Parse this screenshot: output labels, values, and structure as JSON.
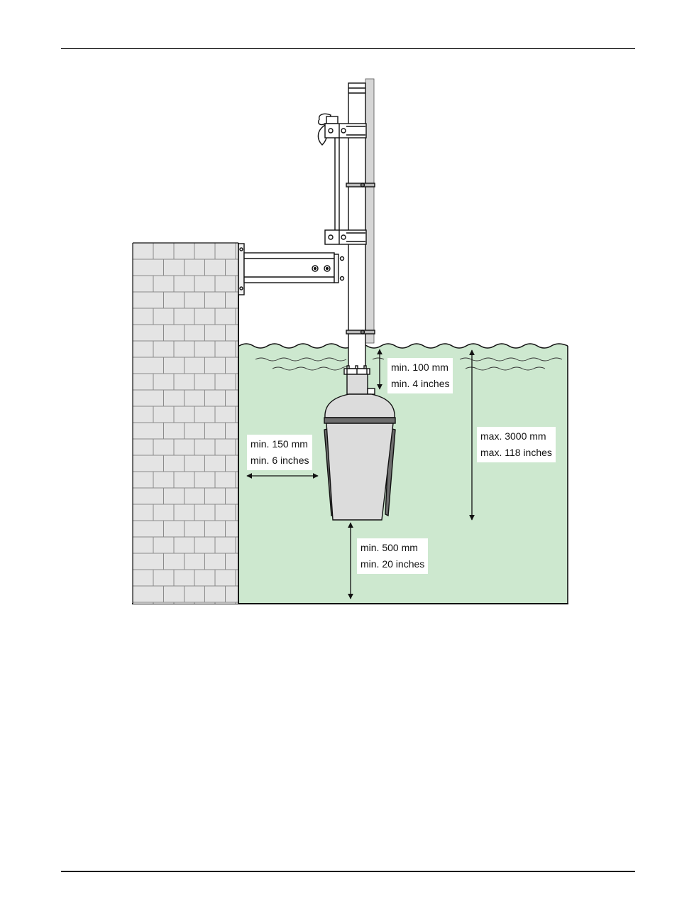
{
  "colors": {
    "water": "#cde8cf",
    "wall": "#e4e4e4",
    "wall_lines": "#8a8a8a",
    "sensor_body": "#dcdcdc",
    "sensor_band": "#6e6e6e",
    "ink": "#111111"
  },
  "dimensions": {
    "top_clearance": {
      "line1": "min. 100 mm",
      "line2": "min. 4 inches"
    },
    "wall_clearance": {
      "line1": "min. 150 mm",
      "line2": "min. 6 inches"
    },
    "max_depth": {
      "line1": "max. 3000 mm",
      "line2": "max. 118 inches"
    },
    "bottom_clearance": {
      "line1": "min. 500 mm",
      "line2": "min. 20 inches"
    }
  }
}
